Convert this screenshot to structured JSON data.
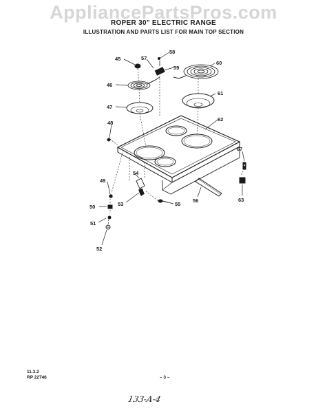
{
  "watermark": "AppliancePartsPros.com",
  "header": {
    "title": "ROPER 30\" ELECTRIC RANGE",
    "subtitle": "ILLUSTRATION AND PARTS LIST FOR MAIN TOP SECTION"
  },
  "callouts": [
    "45",
    "57",
    "58",
    "59",
    "60",
    "46",
    "61",
    "47",
    "62",
    "48",
    "67",
    "54",
    "49",
    "50",
    "53",
    "55",
    "56",
    "63",
    "51",
    "52"
  ],
  "footer": {
    "code": "11.3.2",
    "part_ref": "RP 22746",
    "page_number": "– 3 –",
    "handwritten_note": "133-A-4"
  }
}
